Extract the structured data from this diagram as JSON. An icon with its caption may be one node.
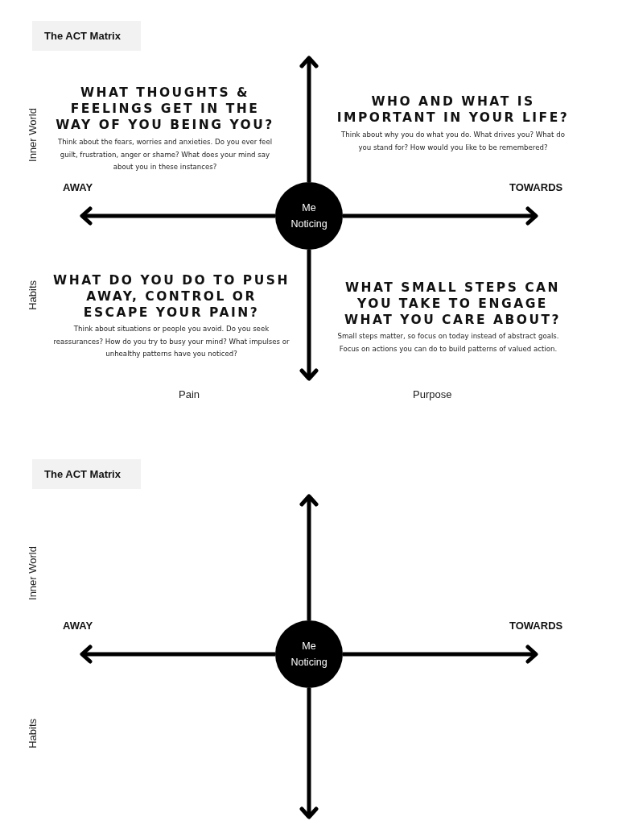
{
  "diagram": {
    "nodes": [
      {
        "text": [
          "The ACT Matrix"
        ]
      },
      {
        "text": [
          "Me Noticing"
        ]
      },
      {
        "text": [
          "The ACT Matrix"
        ]
      },
      {
        "text": [
          "Me Noticing"
        ]
      }
    ],
    "edges": [
      {
        "from": 1,
        "to": null,
        "arrow": "to"
      },
      {
        "from": 1,
        "to": null,
        "arrow": "to"
      },
      {
        "from": 1,
        "to": null,
        "arrow": "to"
      },
      {
        "from": 1,
        "to": null,
        "arrow": "to"
      },
      {
        "from": 3,
        "to": null,
        "arrow": "to"
      },
      {
        "from": 3,
        "to": null,
        "arrow": "to"
      },
      {
        "from": 3,
        "to": null,
        "arrow": "to"
      },
      {
        "from": 3,
        "to": null,
        "arrow": "to"
      }
    ],
    "labels": [
      "Inner World",
      "WHAT THOUGHTS & FEELINGS GET IN THE WAY OF YOU BEING YOU?",
      "Think about the fears, worries and anxieties. Do you ever feel guilt, frustration, anger or shame? What does your mind say about you in these instances?",
      "WHO AND WHAT IS IMPORTANT IN YOUR LIFE?",
      "Think about why you do what you do. What drives you? What do you stand for? How would you like to be remembered?",
      "AWAY",
      "TOWARDS",
      "Habits",
      "WHAT DO YOU DO TO PUSH AWAY, CONTROL OR ESCAPE YOUR PAIN?",
      "Think about situations or people you avoid. Do you seek reassurances? How do you try to busy your mind? What impulses or unhealthy patterns have you noticed?",
      "WHAT SMALL STEPS CAN YOU TAKE TO ENGAGE WHAT YOU CARE ABOUT?",
      "Small steps matter, so focus on today instead of abstract goals. Focus on actions you can do to build patterns of valued action.",
      "Pain",
      "Purpose",
      "Inner World",
      "AWAY",
      "TOWARDS",
      "Habits"
    ]
  }
}
